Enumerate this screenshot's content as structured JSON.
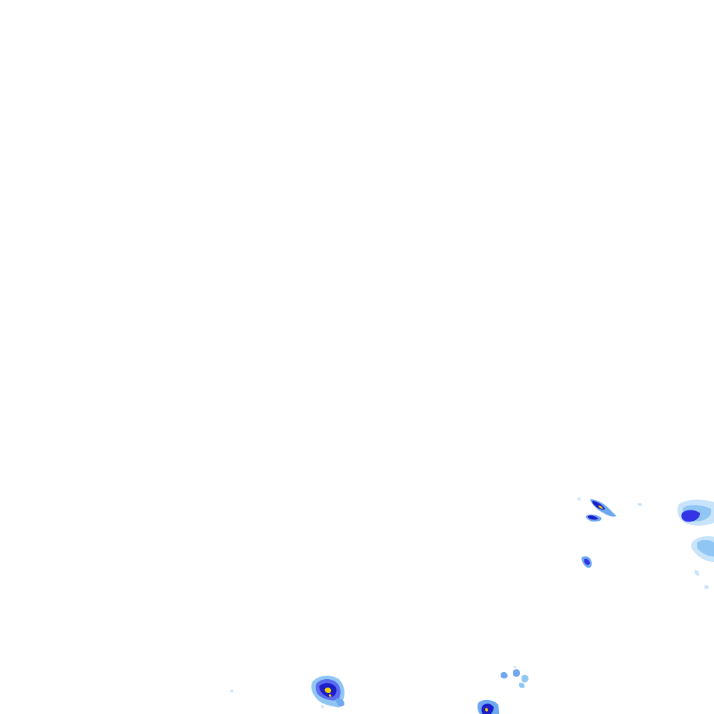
{
  "view": {
    "background": "#ffffff"
  },
  "palette": {
    "very_light": "#c8e4fb",
    "light": "#8fc6f3",
    "medium": "#6ea8f0",
    "moderate": "#5a6cf0",
    "strong": "#3434e6",
    "intense": "#1e1ec8",
    "heavy": "#f5d400"
  },
  "echoes": [
    "echo-east-upper",
    "echo-east-lower",
    "echo-twin-cells-a",
    "echo-twin-cells-b",
    "echo-small-cell",
    "echo-south-large",
    "echo-south-scatter",
    "echo-south-small",
    "echo-east-fragments"
  ]
}
